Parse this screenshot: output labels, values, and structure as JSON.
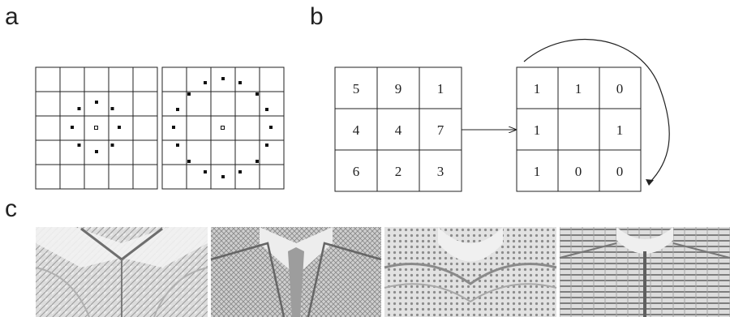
{
  "labels": {
    "a": "a",
    "b": "b",
    "c": "c"
  },
  "panel_a": {
    "grids": [
      {
        "neighbor_radius": 1,
        "neighbor_count": 8
      },
      {
        "neighbor_radius": 2,
        "neighbor_count": 16
      }
    ]
  },
  "panel_b": {
    "input_grid": [
      [
        "5",
        "9",
        "1"
      ],
      [
        "4",
        "4",
        "7"
      ],
      [
        "6",
        "2",
        "3"
      ]
    ],
    "binary_grid": [
      [
        "1",
        "1",
        "0"
      ],
      [
        "1",
        "",
        "1"
      ],
      [
        "1",
        "0",
        "0"
      ]
    ]
  },
  "panel_c": {
    "image_count": 4
  },
  "colors": {
    "line": "#222222",
    "dot": "#111111",
    "texture_bg": "#d9d9d9"
  }
}
